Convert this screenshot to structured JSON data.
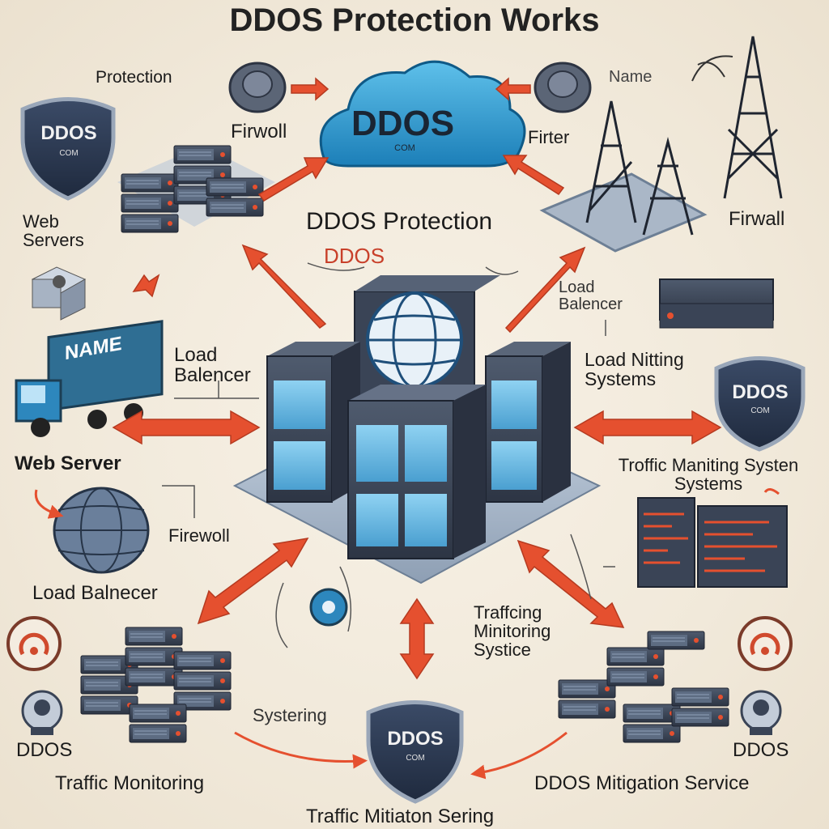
{
  "title": "DDOS Protection Works",
  "cloud": {
    "label": "DDOS",
    "sub": "COM"
  },
  "center": {
    "title": "DDOS Protection",
    "sub": "DDOS"
  },
  "badges": [
    {
      "label": "DDOS",
      "sub": "COM"
    },
    {
      "label": "DDOS",
      "sub": "COM"
    },
    {
      "label": "DDOS",
      "sub": "COM"
    }
  ],
  "truck_label": "NAME",
  "labels": {
    "protection": "Protection",
    "firwoll": "Firwoll",
    "name_top": "Name",
    "firter": "Firter",
    "firwall_right": "Firwall",
    "web_servers": "Web Servers",
    "load_balancer_left": "Load Balencer",
    "load_balancer_right": "Load Balencer",
    "load_nitting": "Load Nitting Systems",
    "web_server": "Web Server",
    "traffic_maniting": "Troffic Maniting Systen Systems",
    "firewoll": "Firewoll",
    "load_balnecer": "Load Balnecer",
    "trafficing": "Traffcing Minitoring Systice",
    "systering": "Systering",
    "ddos_left": "DDOS",
    "traffic_monitoring": "Traffic Monitoring",
    "ddos_right": "DDOS",
    "mitigation_service": "DDOS Mitigation Service",
    "traffic_mitigation": "Traffic Mitiaton Sering"
  }
}
